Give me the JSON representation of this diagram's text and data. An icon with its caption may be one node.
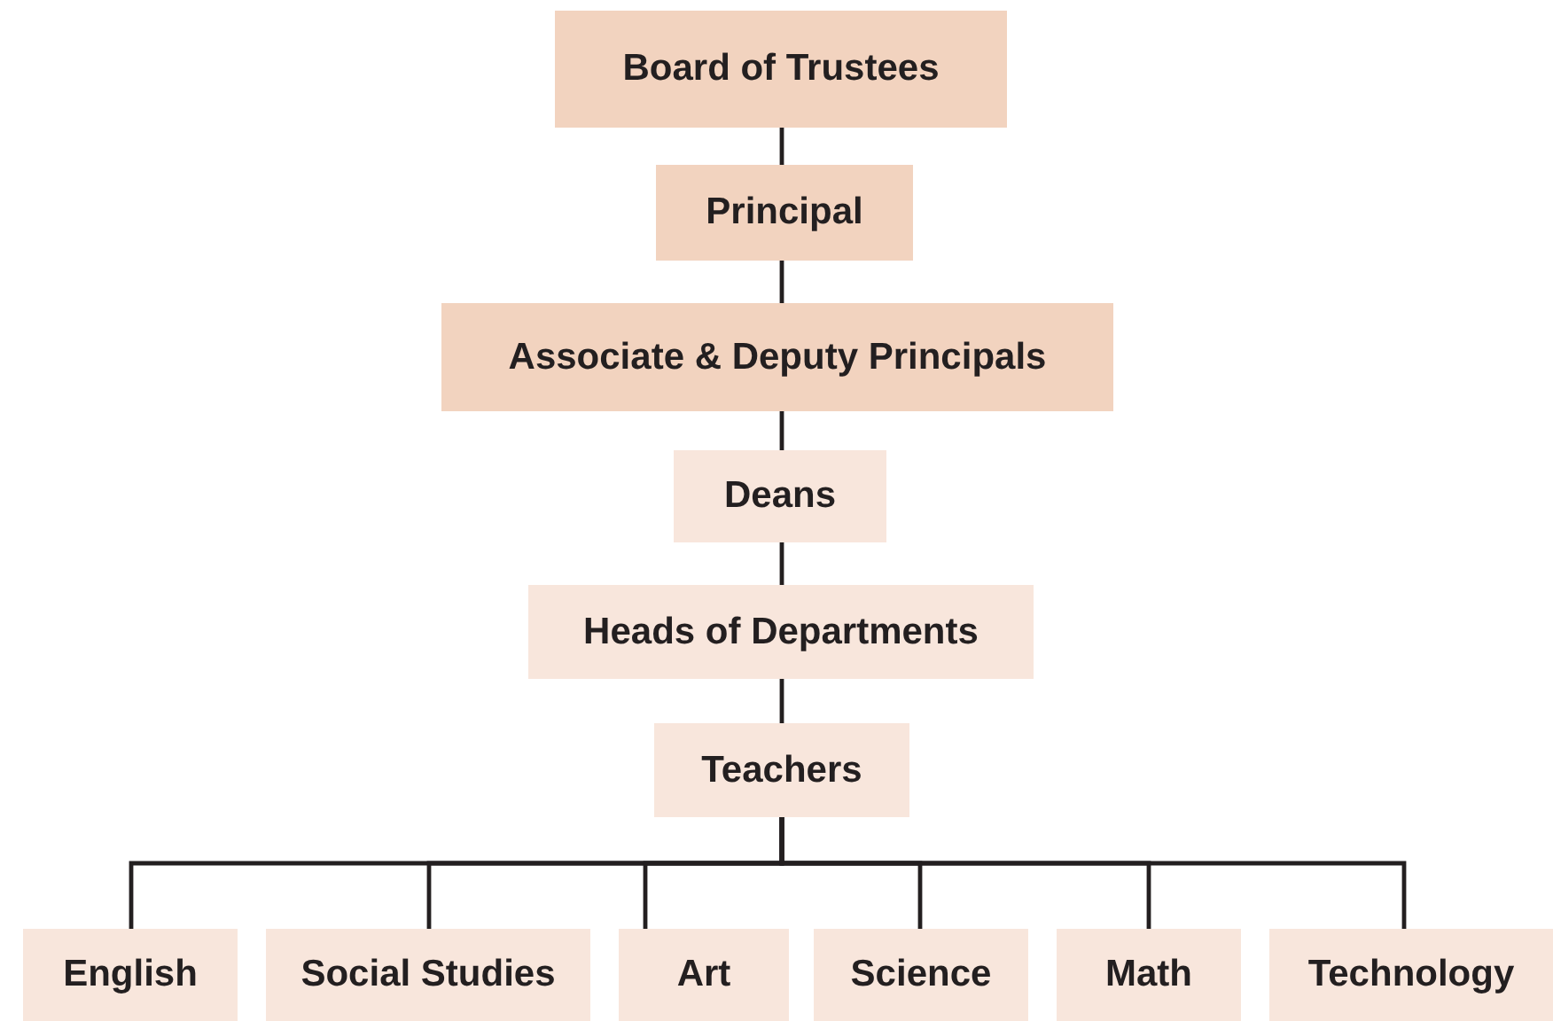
{
  "diagram": {
    "nodes": [
      {
        "text": [
          "Board of Trustees"
        ]
      },
      {
        "text": [
          "Principal"
        ]
      },
      {
        "text": [
          "Associate & Deputy Principals"
        ]
      },
      {
        "text": [
          "Deans"
        ]
      },
      {
        "text": [
          "Heads of Departments"
        ]
      },
      {
        "text": [
          "Teachers"
        ]
      },
      {
        "text": [
          "English"
        ]
      },
      {
        "text": [
          "Social Studies"
        ]
      },
      {
        "text": [
          "Art"
        ]
      },
      {
        "text": [
          "Science"
        ]
      },
      {
        "text": [
          "Math"
        ]
      },
      {
        "text": [
          "Technology"
        ]
      }
    ],
    "edges": [
      {
        "from": 0,
        "to": 1,
        "arrow": "none"
      },
      {
        "from": 1,
        "to": 2,
        "arrow": "none"
      },
      {
        "from": 2,
        "to": 3,
        "arrow": "none"
      },
      {
        "from": 3,
        "to": 4,
        "arrow": "none"
      },
      {
        "from": 4,
        "to": 5,
        "arrow": "none"
      },
      {
        "from": 5,
        "to": 6,
        "arrow": "none"
      },
      {
        "from": 5,
        "to": 7,
        "arrow": "none"
      },
      {
        "from": 5,
        "to": 8,
        "arrow": "none"
      },
      {
        "from": 5,
        "to": 9,
        "arrow": "none"
      },
      {
        "from": 5,
        "to": 10,
        "arrow": "none"
      },
      {
        "from": 5,
        "to": 11,
        "arrow": "none"
      }
    ]
  }
}
